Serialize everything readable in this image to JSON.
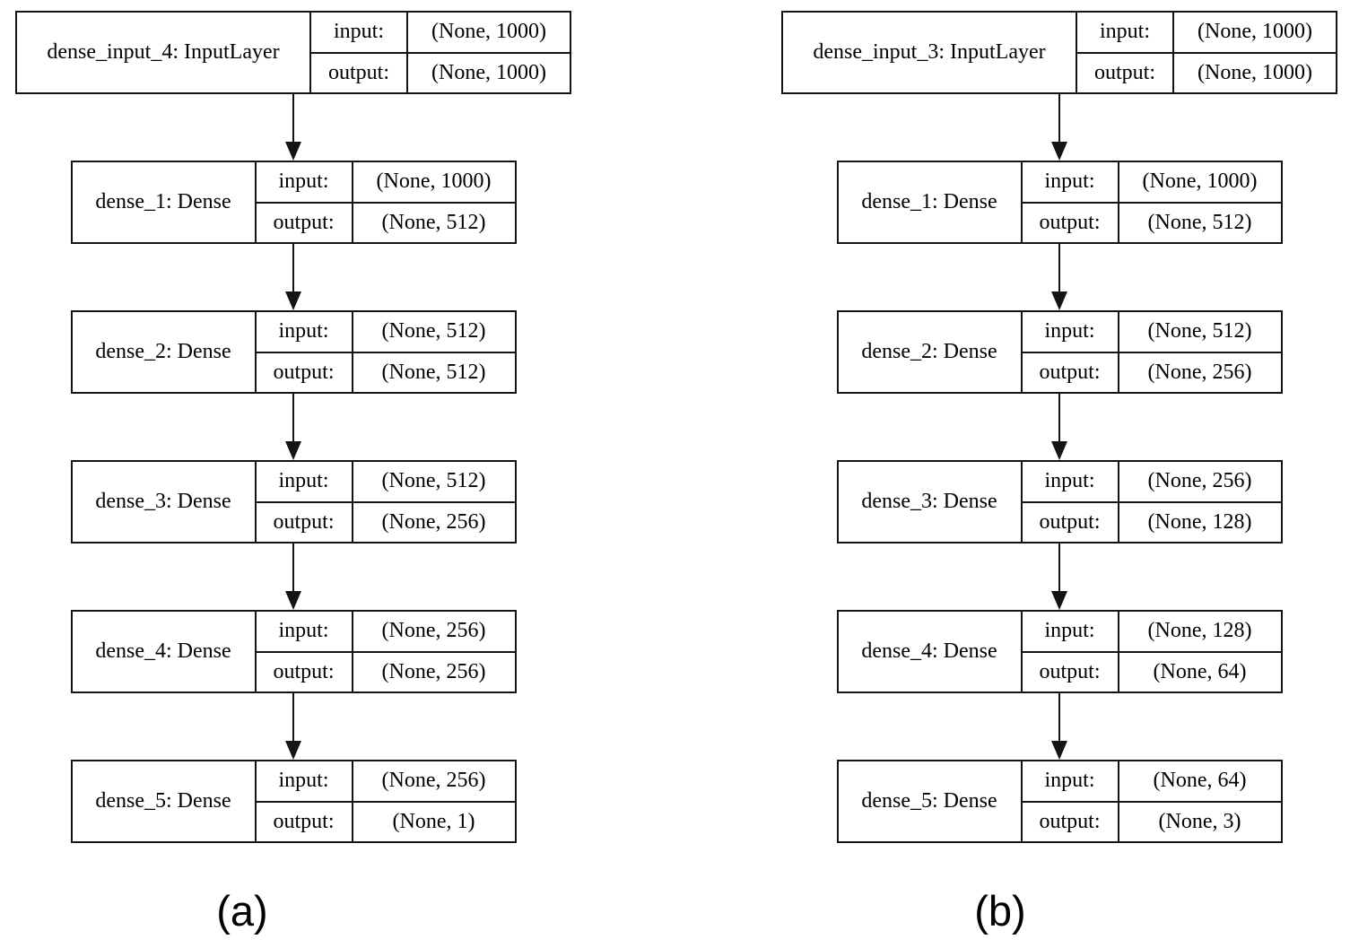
{
  "page": {
    "background": "#ffffff",
    "line_color": "#141414"
  },
  "diagrams": [
    {
      "id": "a",
      "caption": "(a)",
      "layers": [
        {
          "name": "dense_input_4: InputLayer",
          "rows": [
            {
              "label": "input:",
              "value": "(None, 1000)"
            },
            {
              "label": "output:",
              "value": "(None, 1000)"
            }
          ]
        },
        {
          "name": "dense_1: Dense",
          "rows": [
            {
              "label": "input:",
              "value": "(None, 1000)"
            },
            {
              "label": "output:",
              "value": "(None, 512)"
            }
          ]
        },
        {
          "name": "dense_2: Dense",
          "rows": [
            {
              "label": "input:",
              "value": "(None, 512)"
            },
            {
              "label": "output:",
              "value": "(None, 512)"
            }
          ]
        },
        {
          "name": "dense_3: Dense",
          "rows": [
            {
              "label": "input:",
              "value": "(None, 512)"
            },
            {
              "label": "output:",
              "value": "(None, 256)"
            }
          ]
        },
        {
          "name": "dense_4: Dense",
          "rows": [
            {
              "label": "input:",
              "value": "(None, 256)"
            },
            {
              "label": "output:",
              "value": "(None, 256)"
            }
          ]
        },
        {
          "name": "dense_5: Dense",
          "rows": [
            {
              "label": "input:",
              "value": "(None, 256)"
            },
            {
              "label": "output:",
              "value": "(None, 1)"
            }
          ]
        }
      ]
    },
    {
      "id": "b",
      "caption": "(b)",
      "layers": [
        {
          "name": "dense_input_3: InputLayer",
          "rows": [
            {
              "label": "input:",
              "value": "(None, 1000)"
            },
            {
              "label": "output:",
              "value": "(None, 1000)"
            }
          ]
        },
        {
          "name": "dense_1: Dense",
          "rows": [
            {
              "label": "input:",
              "value": "(None, 1000)"
            },
            {
              "label": "output:",
              "value": "(None, 512)"
            }
          ]
        },
        {
          "name": "dense_2: Dense",
          "rows": [
            {
              "label": "input:",
              "value": "(None, 512)"
            },
            {
              "label": "output:",
              "value": "(None, 256)"
            }
          ]
        },
        {
          "name": "dense_3: Dense",
          "rows": [
            {
              "label": "input:",
              "value": "(None, 256)"
            },
            {
              "label": "output:",
              "value": "(None, 128)"
            }
          ]
        },
        {
          "name": "dense_4: Dense",
          "rows": [
            {
              "label": "input:",
              "value": "(None, 128)"
            },
            {
              "label": "output:",
              "value": "(None, 64)"
            }
          ]
        },
        {
          "name": "dense_5: Dense",
          "rows": [
            {
              "label": "input:",
              "value": "(None, 64)"
            },
            {
              "label": "output:",
              "value": "(None, 3)"
            }
          ]
        }
      ]
    }
  ]
}
